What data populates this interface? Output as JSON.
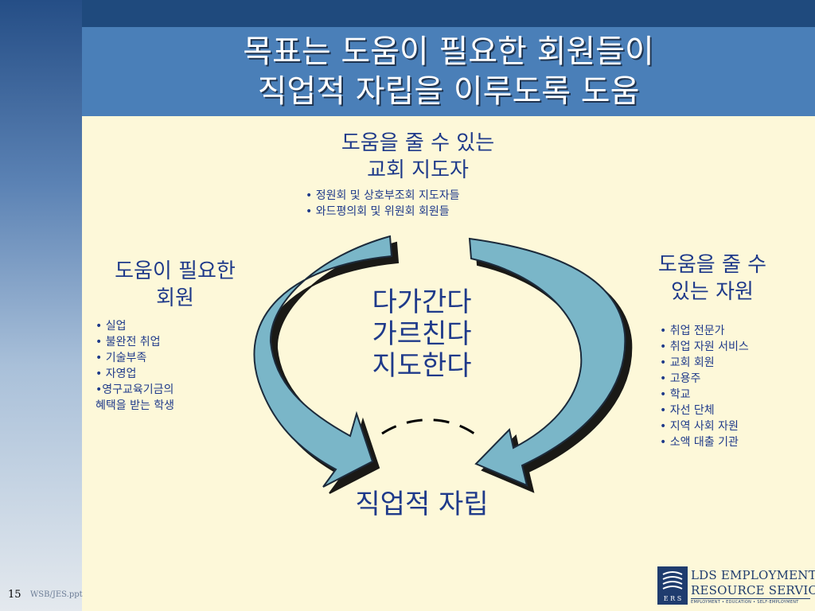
{
  "slide": {
    "title_line1": "목표는 도움이 필요한 회원들이",
    "title_line2": "직업적  자립을 이루도록  도움",
    "slide_number": "15",
    "file_name": "WSB/JES.ppt"
  },
  "top": {
    "heading_line1": "도움을 줄 수 있는",
    "heading_line2": "교회 지도자",
    "items": [
      "• 정원회 및 상호부조회 지도자들",
      "• 와드평의회 및 위원회 회원들"
    ]
  },
  "left": {
    "heading_line1": "도움이 필요한",
    "heading_line2": "회원",
    "items": [
      "• 실업",
      "• 불완전 취업",
      "• 기술부족",
      "• 자영업",
      "•영구교육기금의",
      "혜택을 받는 학생"
    ]
  },
  "right": {
    "heading_line1": "도움을 줄 수",
    "heading_line2": "있는 자원",
    "items": [
      "• 취업 전문가",
      "• 취업 자원 서비스",
      "• 교회 회원",
      "• 고용주",
      "• 학교",
      "• 자선 단체",
      "• 지역 사회 자원",
      "• 소액 대출 기관"
    ]
  },
  "center": {
    "verbs": [
      "다가간다",
      "가르친다",
      "지도한다"
    ]
  },
  "goal": {
    "label": "직업적 자립"
  },
  "logo": {
    "mark_text": "E R S",
    "line1": "LDS EMPLOYMENT",
    "line2": "RESOURCE SERVICES",
    "tagline": "EMPLOYMENT • EDUCATION • SELF-EMPLOYMENT"
  },
  "colors": {
    "background": "#fdf8d9",
    "title_band": "#4a7fb8",
    "top_band": "#1f4a7d",
    "arrow_fill": "#7ab6c8",
    "text": "#1f3a8a"
  }
}
